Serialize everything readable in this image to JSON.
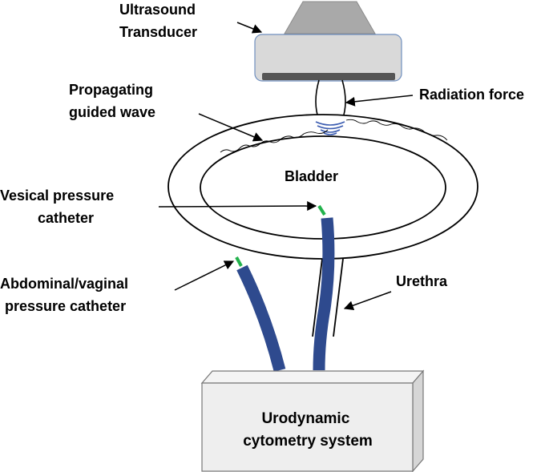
{
  "labels": {
    "transducer": [
      "Ultrasound",
      "Transducer"
    ],
    "guided_wave": [
      "Propagating",
      "guided wave"
    ],
    "radiation_force": "Radiation force",
    "bladder": "Bladder",
    "vesical_catheter": [
      "Vesical pressure",
      "catheter"
    ],
    "abdominal_catheter": [
      "Abdominal/vaginal",
      "pressure catheter"
    ],
    "urethra": "Urethra",
    "system": [
      "Urodynamic",
      "cytometry system"
    ]
  },
  "colors": {
    "catheter": "#2E4A8E",
    "catheter_tip": "#22B24C",
    "transducer_body": "#D9D9D9",
    "transducer_face": "#555555",
    "wave_rings": "#3A5BB0",
    "box_fill": "#EEEEEE"
  },
  "icons": {
    "arrow": "arrow-icon"
  }
}
